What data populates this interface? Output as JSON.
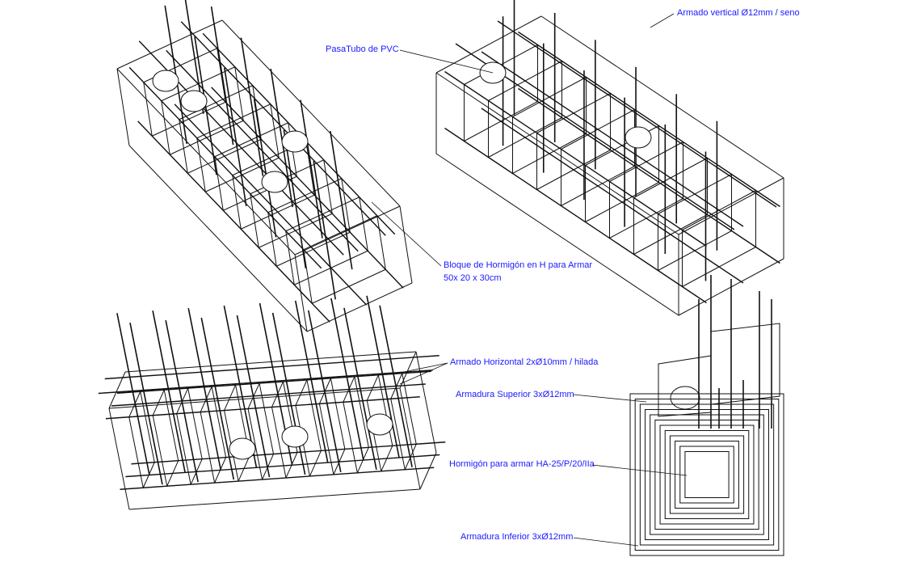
{
  "labels": {
    "armado_vertical": "Armado vertical Ø12mm / seno",
    "pasatubo": "PasaTubo de PVC",
    "bloque_line1": "Bloque de Hormigón en H para Armar",
    "bloque_line2": "50x 20 x 30cm",
    "armado_horizontal": "Armado Horizontal 2xØ10mm / hilada",
    "armadura_superior": "Armadura Superior  3xØ12mm",
    "hormigon": "Hormigón para armar HA-25/P/20/IIa",
    "armadura_inferior": "Armadura Inferior  3xØ12mm"
  },
  "colors": {
    "label": "#1a1aff",
    "line": "#111111"
  }
}
